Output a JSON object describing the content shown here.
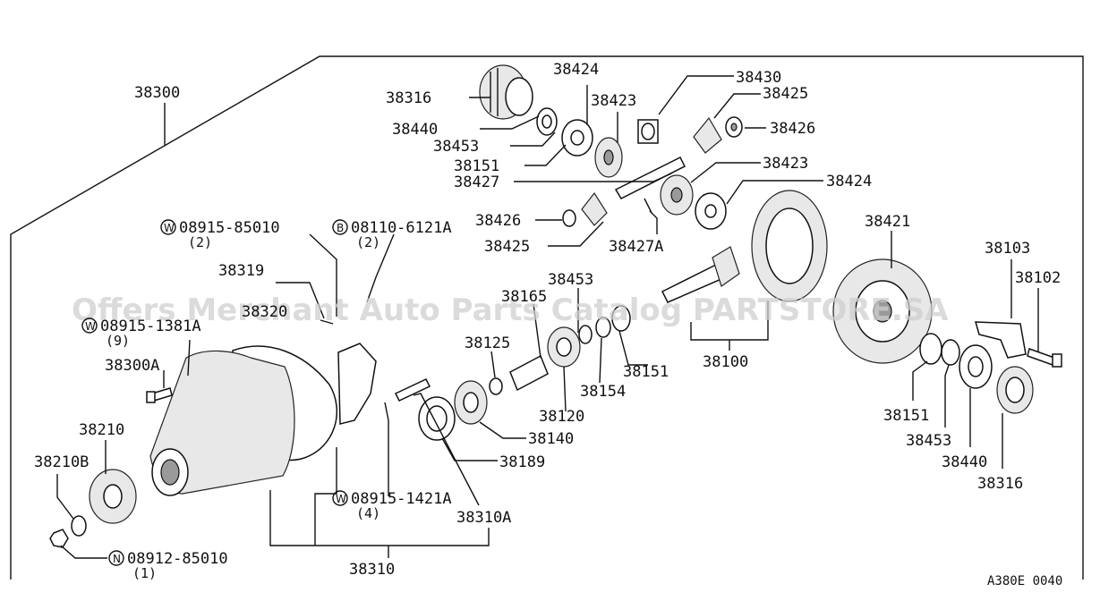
{
  "diagram": {
    "assembly_number": "38300",
    "subassemblies": {
      "gear_set": "38100",
      "carrier": "38310"
    },
    "callouts": [
      {
        "id": "c-38424-top",
        "text": "38424"
      },
      {
        "id": "c-38430",
        "text": "38430"
      },
      {
        "id": "c-38316-top",
        "text": "38316"
      },
      {
        "id": "c-38423-top",
        "text": "38423"
      },
      {
        "id": "c-38425-top",
        "text": "38425"
      },
      {
        "id": "c-38440-top",
        "text": "38440"
      },
      {
        "id": "c-38426-top",
        "text": "38426"
      },
      {
        "id": "c-38453-top",
        "text": "38453"
      },
      {
        "id": "c-38151-top",
        "text": "38151"
      },
      {
        "id": "c-38423-mid",
        "text": "38423"
      },
      {
        "id": "c-38427",
        "text": "38427"
      },
      {
        "id": "c-38424-mid",
        "text": "38424"
      },
      {
        "id": "c-38426-mid",
        "text": "38426"
      },
      {
        "id": "c-38425-mid",
        "text": "38425"
      },
      {
        "id": "c-38427A",
        "text": "38427A"
      },
      {
        "id": "c-38421",
        "text": "38421"
      },
      {
        "id": "c-38103",
        "text": "38103"
      },
      {
        "id": "c-38102",
        "text": "38102"
      },
      {
        "id": "c-38319",
        "text": "38319"
      },
      {
        "id": "c-38453-mid",
        "text": "38453"
      },
      {
        "id": "c-38165",
        "text": "38165"
      },
      {
        "id": "c-38320",
        "text": "38320"
      },
      {
        "id": "c-38125",
        "text": "38125"
      },
      {
        "id": "c-38151-mid",
        "text": "38151"
      },
      {
        "id": "c-38300A",
        "text": "38300A"
      },
      {
        "id": "c-38154",
        "text": "38154"
      },
      {
        "id": "c-38120",
        "text": "38120"
      },
      {
        "id": "c-38210",
        "text": "38210"
      },
      {
        "id": "c-38140",
        "text": "38140"
      },
      {
        "id": "c-38210B",
        "text": "38210B"
      },
      {
        "id": "c-38189",
        "text": "38189"
      },
      {
        "id": "c-38310A",
        "text": "38310A"
      },
      {
        "id": "c-38151-bot",
        "text": "38151"
      },
      {
        "id": "c-38453-bot",
        "text": "38453"
      },
      {
        "id": "c-38440-bot",
        "text": "38440"
      },
      {
        "id": "c-38316-bot",
        "text": "38316"
      }
    ],
    "fasteners": [
      {
        "id": "f-w-08915-85010",
        "symbol": "W",
        "part": "08915-85010",
        "qty": "(2)"
      },
      {
        "id": "f-b-08110-6121A",
        "symbol": "B",
        "part": "08110-6121A",
        "qty": "(2)"
      },
      {
        "id": "f-w-08915-1381A",
        "symbol": "W",
        "part": "08915-1381A",
        "qty": "(9)"
      },
      {
        "id": "f-w-08915-1421A",
        "symbol": "W",
        "part": "08915-1421A",
        "qty": "(4)"
      },
      {
        "id": "f-n-08912-85010",
        "symbol": "N",
        "part": "08912-85010",
        "qty": "(1)"
      }
    ],
    "drawing_code": "A380E 0040",
    "watermark": "Offers Merchant Auto Parts Catalog PARTSTORE.SA"
  }
}
